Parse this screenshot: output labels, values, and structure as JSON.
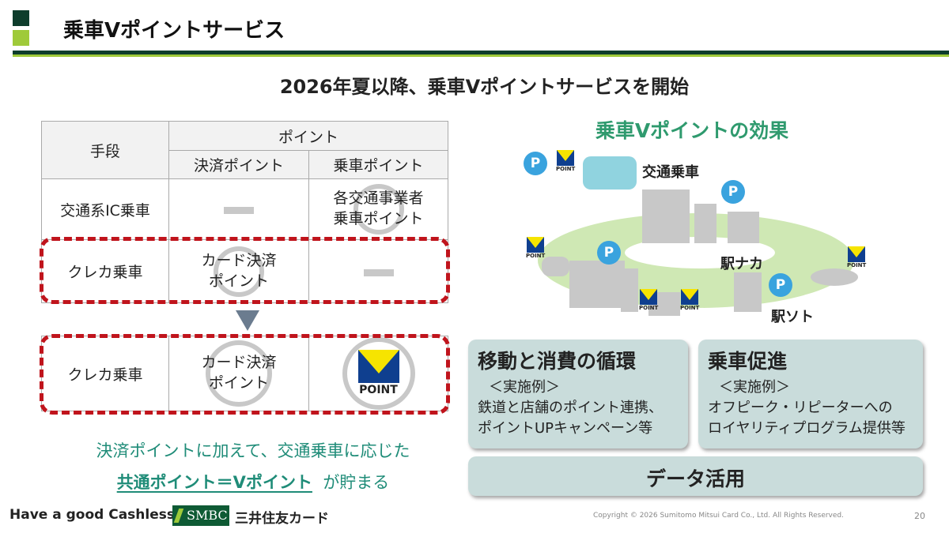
{
  "header": {
    "title": "乗車Vポイントサービス"
  },
  "subtitle": "2026年夏以降、乗車Vポイントサービスを開始",
  "table": {
    "col_means": "手段",
    "col_point": "ポイント",
    "col_payment": "決済ポイント",
    "col_ride": "乗車ポイント",
    "rows": [
      {
        "means": "交通系IC乗車",
        "payment": "—",
        "ride": "各交通事業者\n乗車ポイント"
      },
      {
        "means": "クレカ乗車",
        "payment": "カード決済\nポイント",
        "ride": "—"
      },
      {
        "means": "クレカ乗車",
        "payment": "カード決済\nポイント",
        "ride": "POINT"
      }
    ]
  },
  "summary": {
    "line1": "決済ポイントに加えて、交通乗車に応じた",
    "line2_emph": "共通ポイント＝Vポイント",
    "line2_rest": "が貯まる"
  },
  "effect": {
    "title": "乗車Vポイントの効果",
    "labels": {
      "transit": "交通乗車",
      "inside": "駅ナカ",
      "outside": "駅ソト"
    },
    "p_label": "P",
    "v_label": "POINT",
    "boxes": [
      {
        "title": "移動と消費の循環",
        "example": "＜実施例＞",
        "desc": "鉄道と店舗のポイント連携、\nポイントUPキャンペーン等"
      },
      {
        "title": "乗車促進",
        "example": "＜実施例＞",
        "desc": "オフピーク・リピーターへの\nロイヤリティプログラム提供等"
      }
    ],
    "data_box": "データ活用"
  },
  "footer": {
    "tagline": "Have a good Cashless.",
    "logo_smbc": "SMBC",
    "logo_company": "三井住友カード",
    "copyright": "Copyright © 2026 Sumitomo Mitsui Card Co., Ltd. All Rights Reserved.",
    "page": "20"
  },
  "colors": {
    "dark_green": "#0e3d2c",
    "light_green": "#9fca3a",
    "red_dash": "#c0141c",
    "teal": "#1f8c78",
    "box": "#c9dcdb"
  }
}
